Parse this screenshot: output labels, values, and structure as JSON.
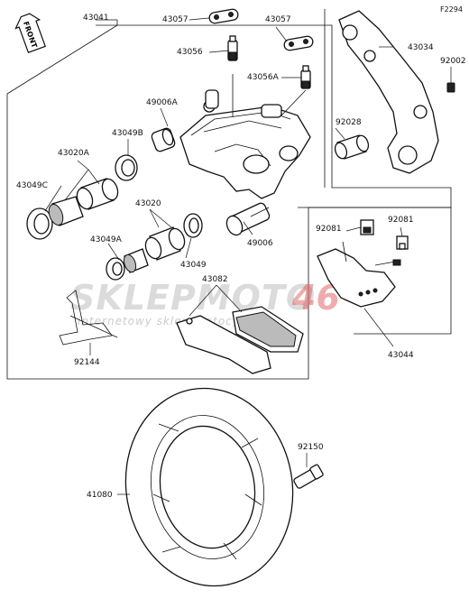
{
  "diagram": {
    "code": "F2294",
    "front_arrow_text": "FRONT",
    "watermark": {
      "brand_left": "SKLEPMOTO",
      "brand_right": "46",
      "tagline": "internetowy sklep motocyklowy"
    },
    "labels": {
      "p43041": "43041",
      "p43057a": "43057",
      "p43057b": "43057",
      "p43056": "43056",
      "p43056a": "43056A",
      "p43034": "43034",
      "p92002": "92002",
      "p49006a": "49006A",
      "p43049b": "43049B",
      "p92028": "92028",
      "p43020a": "43020A",
      "p43049c": "43049C",
      "p43020": "43020",
      "p92081a": "92081",
      "p92081b": "92081",
      "p43049a": "43049A",
      "p49006": "49006",
      "p43049": "43049",
      "p43082": "43082",
      "p92144": "92144",
      "p43044": "43044",
      "p92150": "92150",
      "p41080": "41080"
    }
  }
}
